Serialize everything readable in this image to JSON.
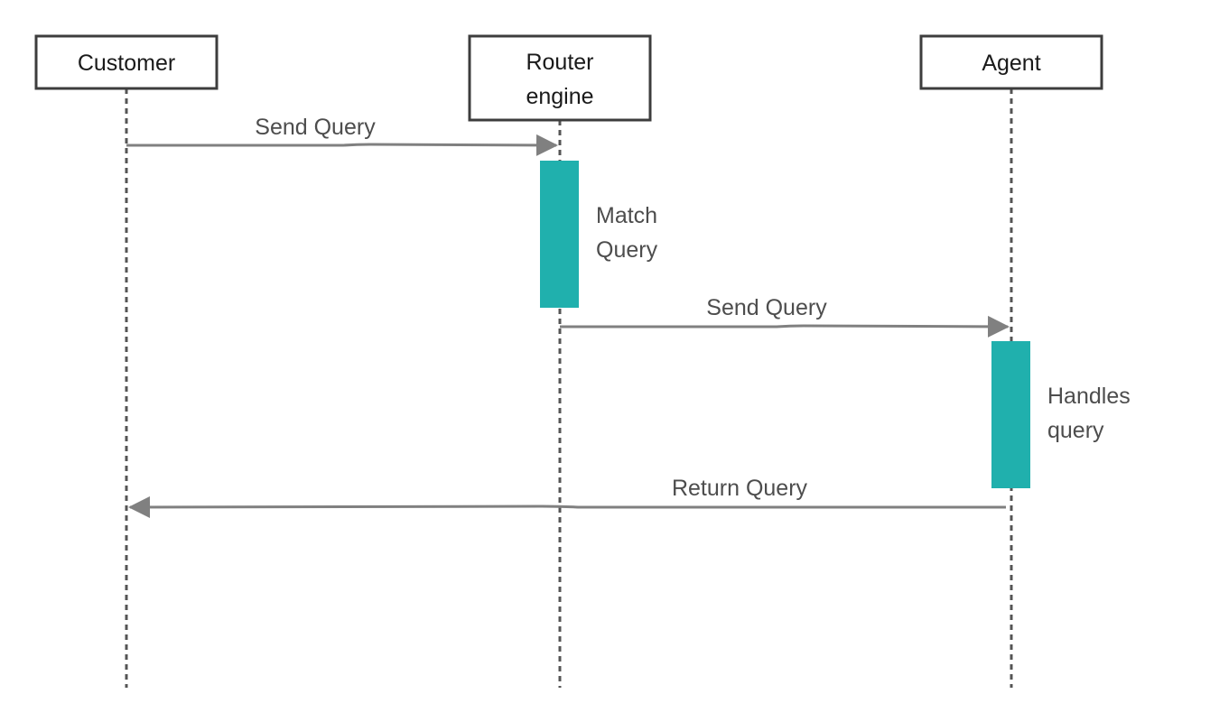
{
  "colors": {
    "box_border": "#3d3d3d",
    "lifeline": "#555555",
    "arrow": "#808080",
    "activation": "#20b0ad",
    "participant_text": "#1a1a1a",
    "label_text": "#4d4d4d"
  },
  "participants": [
    {
      "id": "customer",
      "lines": [
        "Customer"
      ]
    },
    {
      "id": "router-engine",
      "lines": [
        "Router",
        "engine"
      ]
    },
    {
      "id": "agent",
      "lines": [
        "Agent"
      ]
    }
  ],
  "activations": [
    {
      "participant": "router-engine",
      "lines": [
        "Match",
        "Query"
      ]
    },
    {
      "participant": "agent",
      "lines": [
        "Handles",
        "query"
      ]
    }
  ],
  "messages": [
    {
      "from": "customer",
      "to": "router-engine",
      "label": "Send Query"
    },
    {
      "from": "router-engine",
      "to": "agent",
      "label": "Send Query"
    },
    {
      "from": "agent",
      "to": "customer",
      "label": "Return Query"
    }
  ]
}
